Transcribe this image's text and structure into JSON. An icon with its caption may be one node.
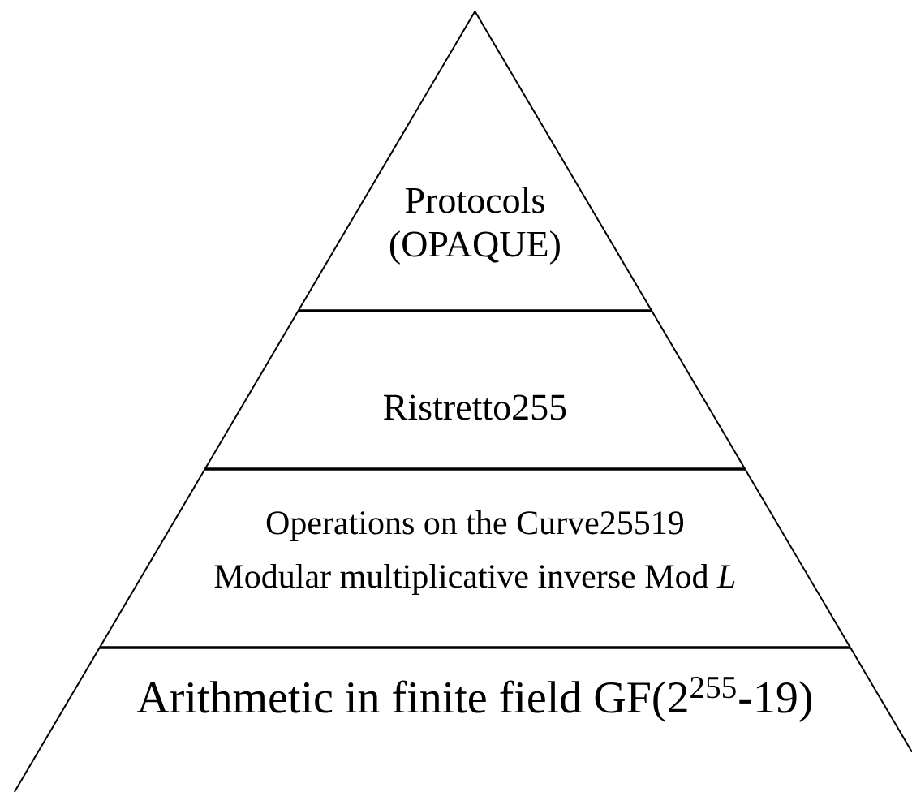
{
  "diagram": {
    "nodes": [
      {
        "text": [
          "Protocols (OPAQUE)"
        ]
      },
      {
        "text": [
          "Ristretto255"
        ]
      },
      {
        "text": [
          "Operations on the Curve25519",
          "Modular multiplicative inverse Mod *L*"
        ]
      },
      {
        "text": [
          "Arithmetic in finite field GF(2$^{255}$-19)"
        ]
      }
    ]
  }
}
